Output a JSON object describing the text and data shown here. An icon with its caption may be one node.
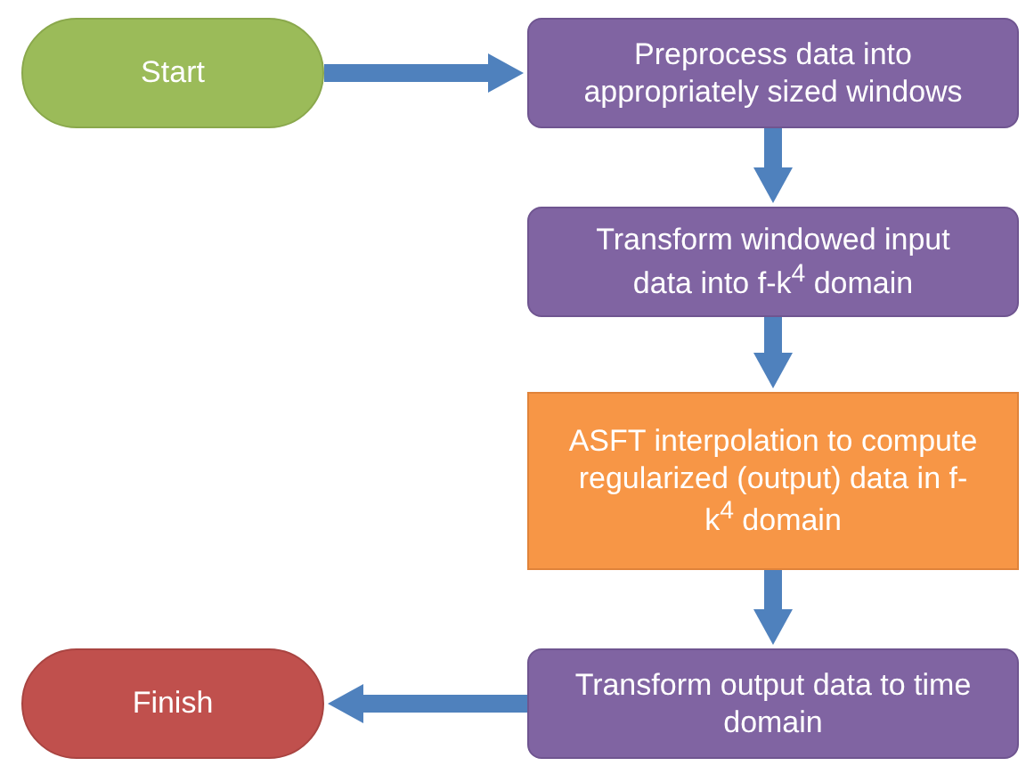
{
  "diagram": {
    "nodes": [
      {
        "text": [
          "Start"
        ]
      },
      {
        "text": [
          "Preprocess data into appropriately sized windows"
        ]
      },
      {
        "text": [
          "Transform windowed input data into f-k$^{4}$ domain"
        ]
      },
      {
        "text": [
          "ASFT interpolation to compute regularized (output) data in f-k$^{4}$ domain"
        ]
      },
      {
        "text": [
          "Transform output data to time domain"
        ]
      },
      {
        "text": [
          "Finish"
        ]
      }
    ],
    "edges": [
      {
        "from": 0,
        "to": 1,
        "arrow": "to"
      },
      {
        "from": 1,
        "to": 2,
        "arrow": "to"
      },
      {
        "from": 2,
        "to": 3,
        "arrow": "to"
      },
      {
        "from": 3,
        "to": 4,
        "arrow": "to"
      },
      {
        "from": 4,
        "to": 5,
        "arrow": "to"
      }
    ]
  }
}
